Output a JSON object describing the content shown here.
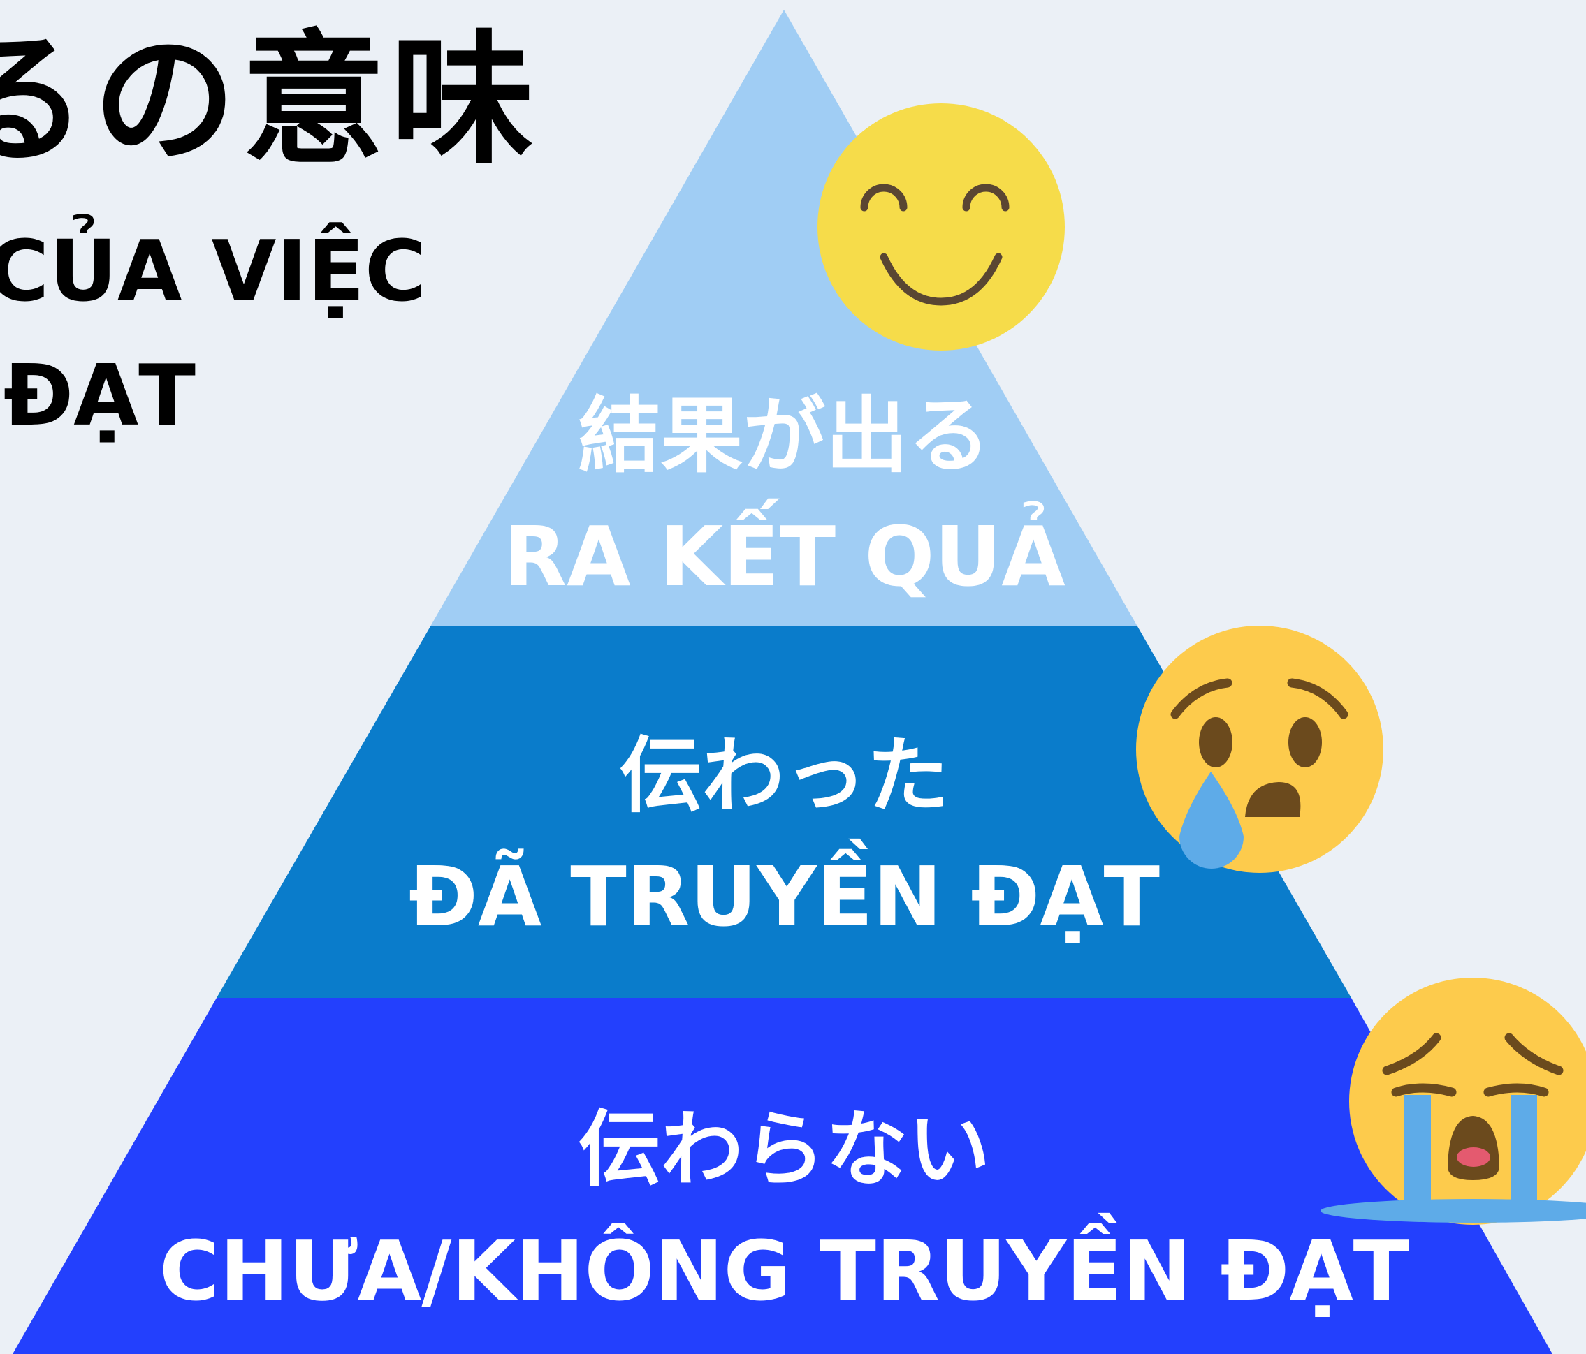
{
  "title": {
    "japanese": "るの意味",
    "vietnamese_line1": "CỦA VIỆC",
    "vietnamese_line2": "ĐẠT"
  },
  "pyramid": {
    "tiers": [
      {
        "japanese": "結果が出る",
        "vietnamese": "RA KẾT QUẢ",
        "color": "#a0cdf4",
        "icon": "smiling-face-icon"
      },
      {
        "japanese": "伝わった",
        "vietnamese": "ĐÃ TRUYỀN ĐẠT",
        "color": "#0a7ccb",
        "icon": "sad-tear-face-icon"
      },
      {
        "japanese": "伝わらない",
        "vietnamese": "CHƯA/KHÔNG TRUYỀN ĐẠT",
        "color": "#2340fd",
        "icon": "crying-face-icon"
      }
    ]
  },
  "colors": {
    "background": "#ebf0f6",
    "emoji_yellow": "#f6dc4a",
    "emoji_orange_yellow": "#fdcb4c",
    "tear_blue": "#5eabe8",
    "feature_brown": "#6b4a1d"
  }
}
